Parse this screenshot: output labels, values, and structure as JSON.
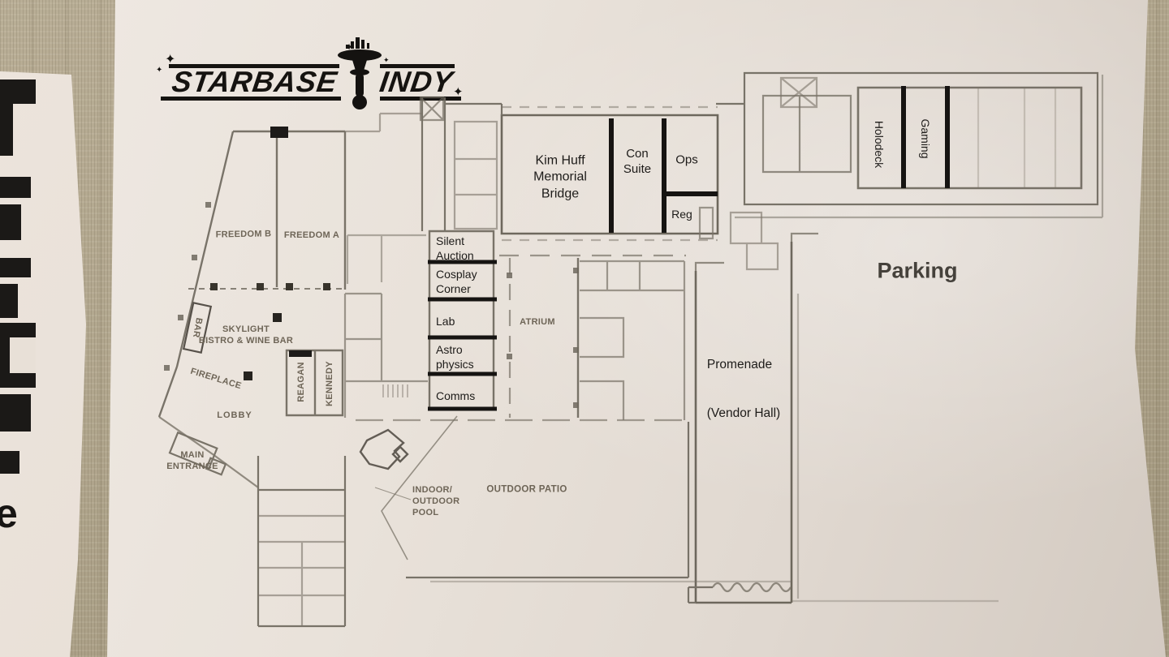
{
  "photo": {
    "surface": "woven-fabric-backdrop",
    "colors": {
      "fabric": "#b0a58c",
      "paper": "#e9e2da",
      "scan_ink": "#6f695e",
      "marker_black": "#161412",
      "digital_label_ink": "#1d1b19",
      "scan_label_ink": "#6e6557",
      "parking_ink": "#45413b"
    }
  },
  "left_poster": {
    "partial_letter": "e"
  },
  "logo": {
    "left_word": "STARBASE",
    "right_word": "INDY",
    "icon": "monument-spaceship-icon",
    "sparkle": "✦"
  },
  "floor_plan": {
    "venue_rooms": {
      "kim_huff": "Kim Huff\nMemorial\nBridge",
      "con_suite": "Con\nSuite",
      "ops": "Ops",
      "reg": "Reg",
      "holodeck": "Holodeck",
      "gaming": "Gaming",
      "silent_auction": "Silent\nAuction",
      "cosplay_corner": "Cosplay\nCorner",
      "lab": "Lab",
      "astrophysics": "Astro\nphysics",
      "comms": "Comms",
      "promenade": "Promenade",
      "vendor_hall": "(Vendor Hall)",
      "parking": "Parking"
    },
    "hotel_areas": {
      "freedom_b": "FREEDOM B",
      "freedom_a": "FREEDOM A",
      "bar": "BAR",
      "skylight_bistro": "SKYLIGHT\nBISTRO & WINE BAR",
      "fireplace": "FIREPLACE",
      "lobby": "LOBBY",
      "main_entrance": "MAIN\nENTRANCE",
      "reagan": "REAGAN",
      "kennedy": "KENNEDY",
      "atrium": "ATRIUM",
      "pool": "INDOOR/\nOUTDOOR\nPOOL",
      "outdoor_patio": "OUTDOOR PATIO"
    }
  }
}
